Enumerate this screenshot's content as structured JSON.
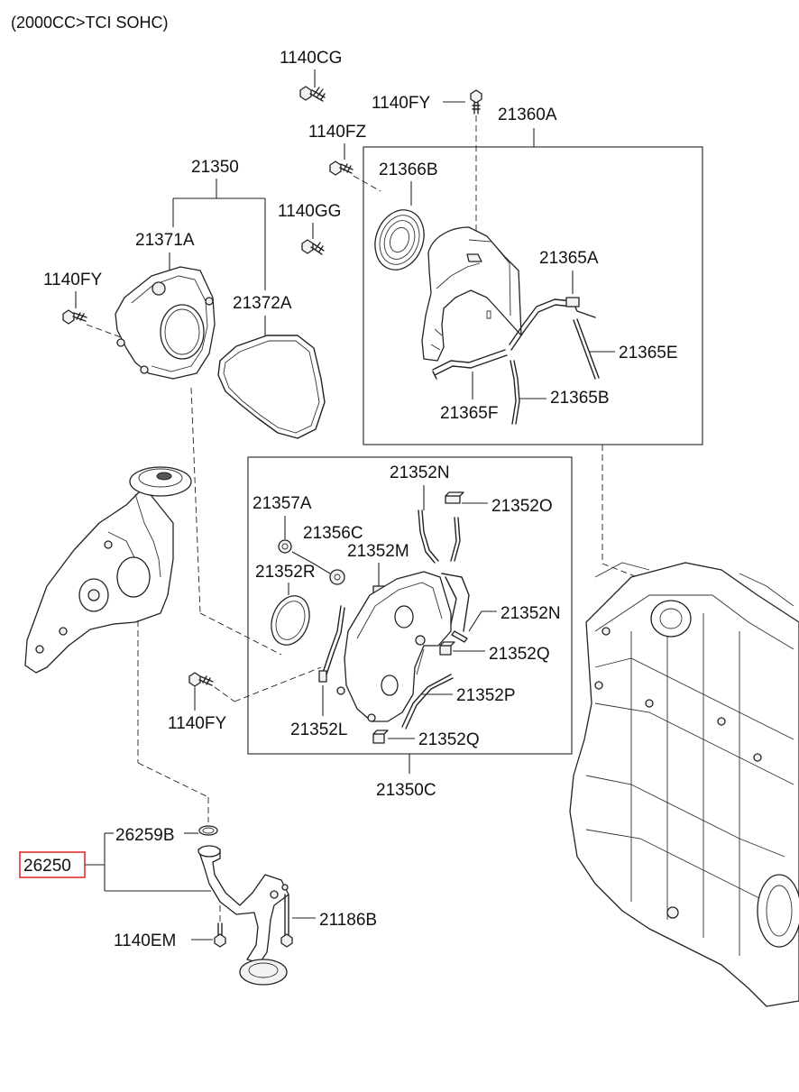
{
  "header": "(2000CC>TCI SOHC)",
  "highlight_color": "#e0302f",
  "labels": {
    "p1140cg": "1140CG",
    "p1140fy_top": "1140FY",
    "p21360a": "21360A",
    "p1140fz": "1140FZ",
    "p21366b": "21366B",
    "p21350": "21350",
    "p1140gg": "1140GG",
    "p21371a": "21371A",
    "p21365a": "21365A",
    "p1140fy_left": "1140FY",
    "p21372a": "21372A",
    "p21365e": "21365E",
    "p21365b": "21365B",
    "p21365f": "21365F",
    "p21352n_top": "21352N",
    "p21357a": "21357A",
    "p21352o": "21352O",
    "p21356c": "21356C",
    "p21352m": "21352M",
    "p21352r": "21352R",
    "p21352n_right": "21352N",
    "p21352q_mid": "21352Q",
    "p21352p": "21352P",
    "p1140fy_bottom": "1140FY",
    "p21352l": "21352L",
    "p21352q_bottom": "21352Q",
    "p21350c": "21350C",
    "p26259b": "26259B",
    "p26250": "26250",
    "p21186b": "21186B",
    "p1140em": "1140EM"
  }
}
